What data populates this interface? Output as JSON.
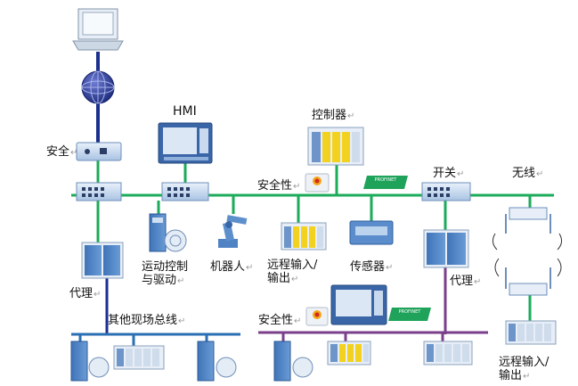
{
  "labels": {
    "hmi": "HMI",
    "controller": "控制器",
    "safety_top": "安全",
    "safety_mid": "安全性",
    "switch": "开关",
    "wireless": "无线",
    "motion_control_line1": "运动控制",
    "motion_control_line2": "与驱动",
    "robot": "机器人",
    "remote_io_line1": "远程输入/",
    "remote_io_line2": "输出",
    "sensor": "传感器",
    "proxy_left": "代理",
    "proxy_right": "代理",
    "other_fieldbus": "其他现场总线",
    "safety_bottom": "安全性",
    "remote_io_right_line1": "远程输入/",
    "remote_io_right_line2": "输出"
  },
  "logo_texts": {
    "profinet_mid": "PROFINET",
    "profinet_bottom": "PROFINET"
  },
  "colors": {
    "ethernet_line": "#1bab5a",
    "internet_line": "#1a2f8f",
    "other_bus_line": "#2a6fb3",
    "purple_bus_line": "#7b3f8c",
    "device_blue": "#4f83c4",
    "device_light": "#cfe0f3",
    "io_yellow": "#f2d21f"
  },
  "icons": [
    "computer-icon",
    "globe-icon",
    "hmi-panel-icon",
    "controller-plc-icon",
    "switch-icon",
    "drive-icon",
    "robot-arm-icon",
    "remote-io-icon",
    "sensor-icon",
    "proxy-icon",
    "wireless-access-point-icon",
    "safety-badge-icon",
    "profinet-logo"
  ]
}
